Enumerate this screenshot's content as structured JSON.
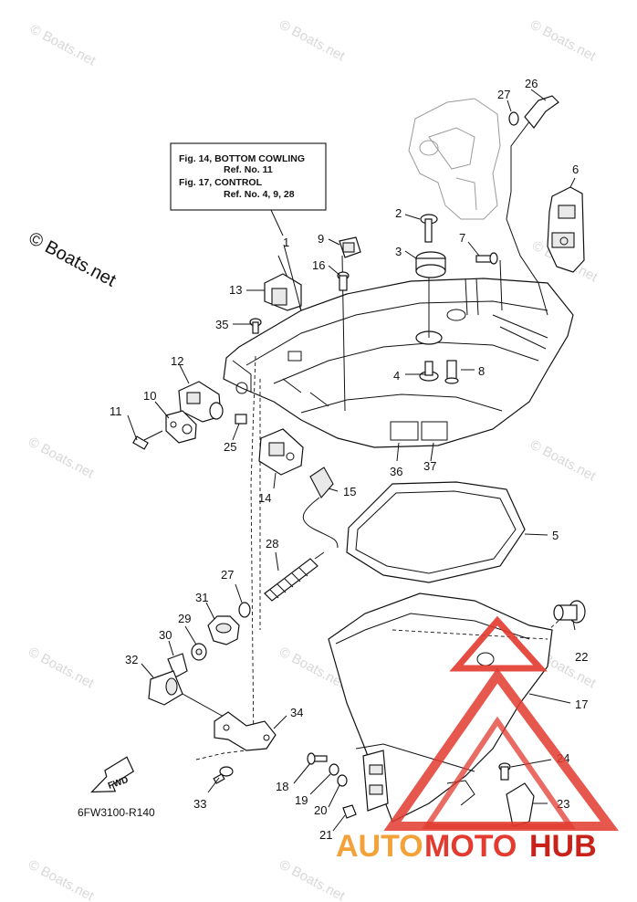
{
  "diagram": {
    "reference_box": {
      "lines": [
        "Fig. 14, BOTTOM COWLING",
        "Ref. No. 11",
        "Fig. 17, CONTROL",
        "Ref. No. 4, 9, 28"
      ]
    },
    "copyright": "© Boats.net",
    "watermark": "© Boats.net",
    "part_code": "6FW3100-R140",
    "fwd_label": "FWD",
    "logo": {
      "text_1": "AUTO",
      "text_2": "MOTO",
      "text_3": "HUB",
      "colors": {
        "auto": "#f3a23a",
        "moto": "#e33b2f",
        "hub": "#d62a22",
        "triangle": "#e23a2f"
      }
    },
    "callouts": [
      "1",
      "2",
      "3",
      "4",
      "5",
      "6",
      "7",
      "8",
      "9",
      "10",
      "11",
      "12",
      "13",
      "14",
      "15",
      "16",
      "17",
      "18",
      "19",
      "20",
      "21",
      "22",
      "23",
      "24",
      "25",
      "26",
      "27",
      "27",
      "28",
      "29",
      "30",
      "31",
      "32",
      "33",
      "34",
      "35",
      "36",
      "37"
    ]
  }
}
